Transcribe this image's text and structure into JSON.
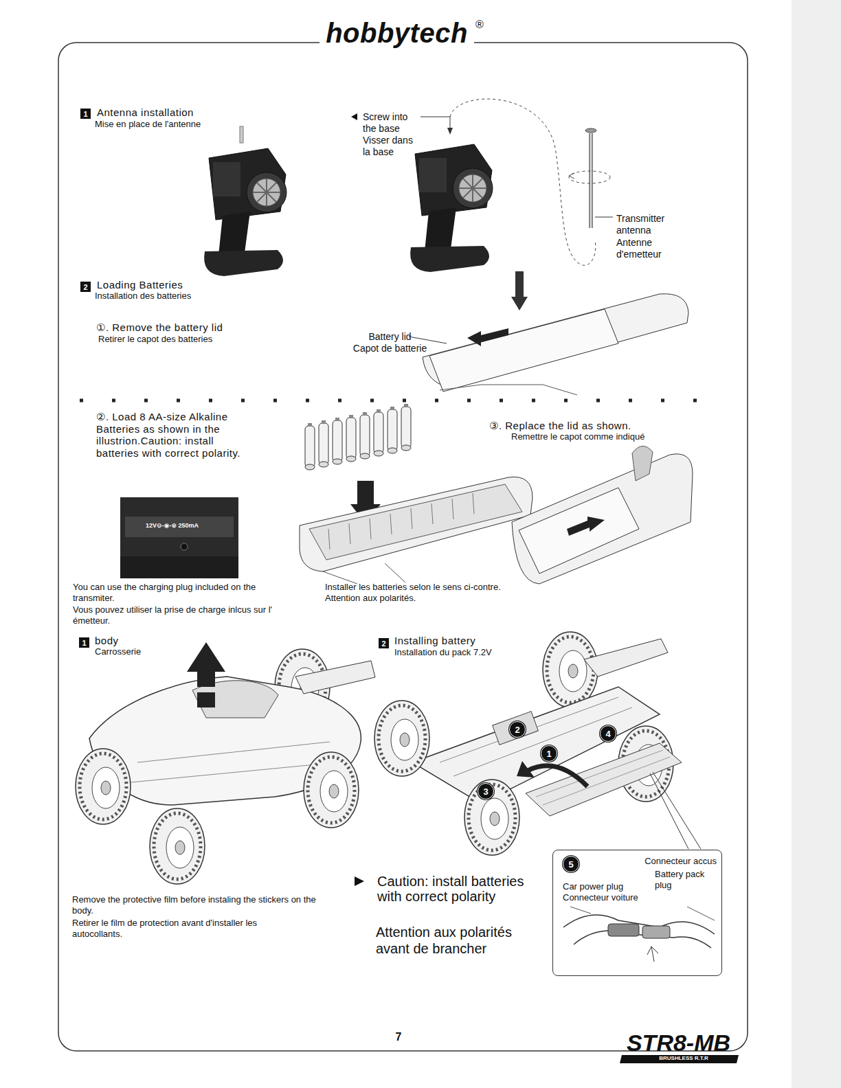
{
  "diagram": {
    "nodes": [
      {
        "text": [
          "1"
        ]
      },
      {
        "text": [
          "2"
        ]
      },
      {
        "text": [
          "1"
        ]
      },
      {
        "text": [
          "2"
        ]
      },
      {
        "text": [
          "2"
        ]
      },
      {
        "text": [
          "4"
        ]
      },
      {
        "text": [
          "1"
        ]
      },
      {
        "text": [
          "3"
        ]
      },
      {
        "text": [
          "Connecteur accus",
          "Battery pack plug",
          "Car power plug",
          "Connecteur voiture"
        ]
      },
      {
        "text": [
          "5"
        ],
        "in": 8
      }
    ],
    "labels": [
      "hobbytech",
      "®",
      "Antenna installation",
      "Mise en place de l'antenne",
      "Screw into the base",
      "Visser dans la base",
      "Transmitter antenna",
      "Antenne d'emetteur",
      "Loading Batteries",
      "Installation des batteries",
      "①. Remove the battery lid",
      "Retirer le capot des batteries",
      "Battery lid",
      "Capot de batterie",
      "②. Load 8 AA-size Alkaline Batteries as shown in the illustrion.Caution: install batteries with correct polarity.",
      "③. Replace the lid as shown.",
      "Remettre le capot comme indiqué",
      "12V⊖-◉-⊕ 250mA",
      "You can use the charging plug included on the transmiter.",
      "Vous pouvez utiliser la prise de charge inlcus sur l' émetteur.",
      "Installer les batteries selon le sens ci-contre.",
      "Attention aux polarités.",
      "body",
      "Carrosserie",
      "Installing battery",
      "Installation du pack 7.2V",
      "Remove the protective film before instaling the stickers on the body.",
      "Retirer le film de protection avant d'installer les autocollants.",
      "Caution: install batteries with correct polarity",
      "Attention aux polarités avant de brancher",
      "7",
      "STR8-MB",
      "BRUSHLESS R.T.R"
    ]
  }
}
